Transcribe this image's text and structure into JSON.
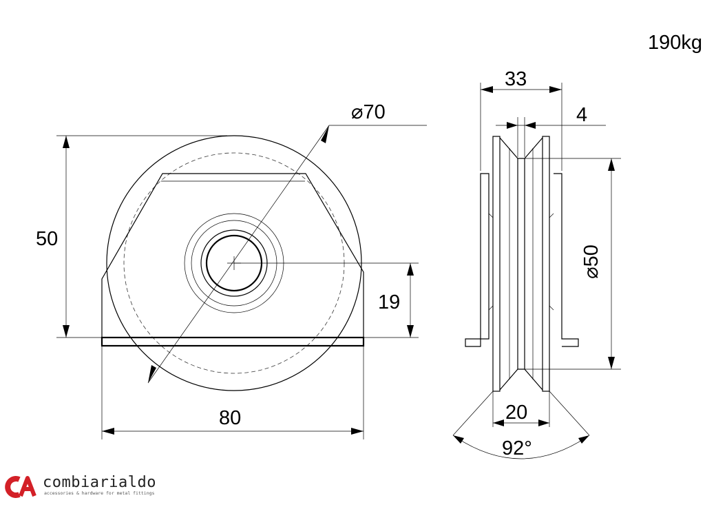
{
  "load_rating": "190kg",
  "dimensions": {
    "wheel_diameter": "70",
    "total_height": "50",
    "axle_height": "19",
    "bracket_width": "80",
    "overall_width": "33",
    "groove_width": "4",
    "groove_depth_diameter": "50",
    "groove_opening": "20",
    "groove_angle": "92°"
  },
  "brand": {
    "mark": "CA",
    "name": "combiarialdo",
    "tagline": "accessories & hardware for metal fittings",
    "mark_color": "#d32027"
  }
}
